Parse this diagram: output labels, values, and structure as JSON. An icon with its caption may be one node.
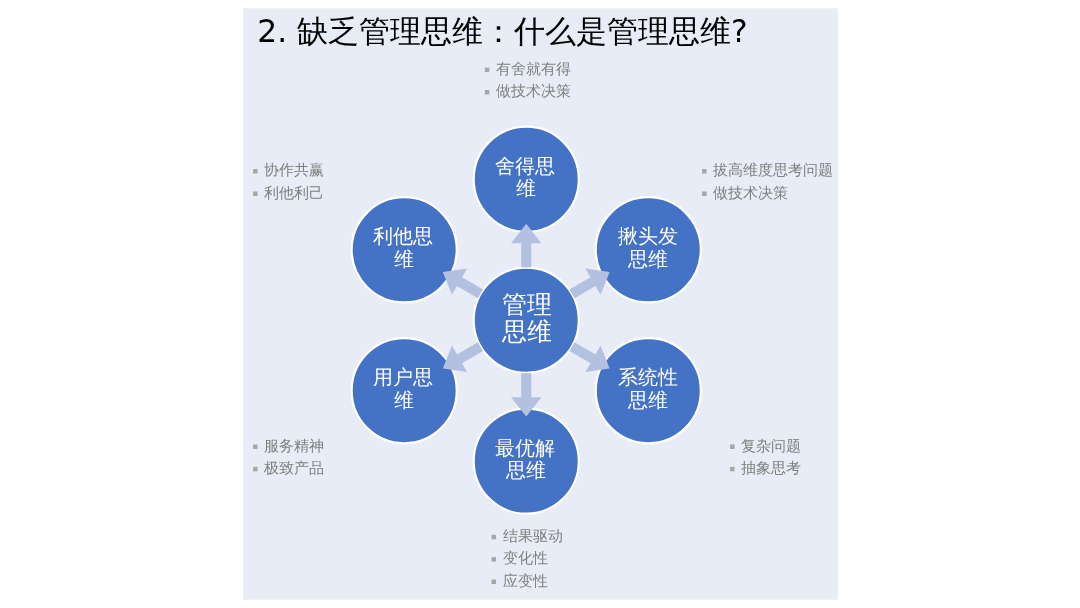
{
  "diagram": {
    "title": "2. 缺乏管理思维：什么是管理思维?",
    "nodes": [
      {
        "text": [
          "管理思维"
        ]
      },
      {
        "text": [
          "舍得思维"
        ],
        "beside": [
          "有舍就有得",
          "做技术决策"
        ]
      },
      {
        "text": [
          "揪头发思维"
        ],
        "beside": [
          "拔高维度思考问题",
          "做技术决策"
        ]
      },
      {
        "text": [
          "系统性思维"
        ],
        "beside": [
          "复杂问题",
          "抽象思考"
        ]
      },
      {
        "text": [
          "最优解思维"
        ],
        "beside": [
          "结果驱动",
          "变化性",
          "应变性"
        ]
      },
      {
        "text": [
          "用户思维"
        ],
        "beside": [
          "服务精神",
          "极致产品"
        ]
      },
      {
        "text": [
          "利他思维"
        ],
        "beside": [
          "协作共赢",
          "利他利己"
        ]
      }
    ],
    "edges": [
      {
        "from": 0,
        "to": 1,
        "arrow": "to"
      },
      {
        "from": 0,
        "to": 2,
        "arrow": "to"
      },
      {
        "from": 0,
        "to": 3,
        "arrow": "to"
      },
      {
        "from": 0,
        "to": 4,
        "arrow": "to"
      },
      {
        "from": 0,
        "to": 5,
        "arrow": "to"
      },
      {
        "from": 0,
        "to": 6,
        "arrow": "to"
      }
    ]
  }
}
